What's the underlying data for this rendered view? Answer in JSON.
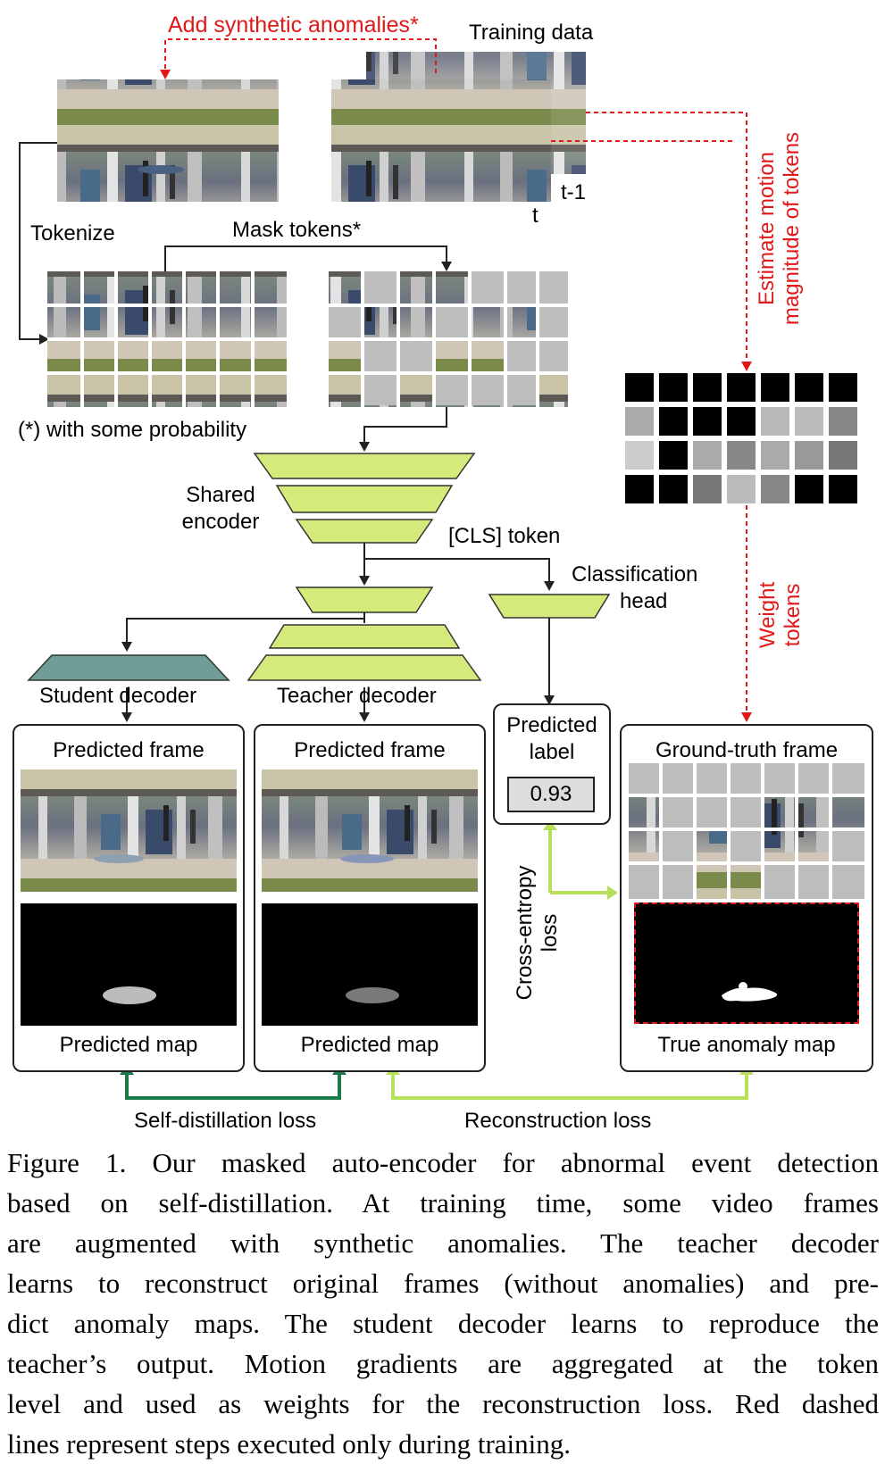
{
  "figure": {
    "top": {
      "add_anomalies": "Add synthetic anomalies*",
      "training_data": "Training data",
      "frame_t1": "t-1",
      "frame_t": "t",
      "tokenize": "Tokenize",
      "mask_tokens": "Mask tokens*",
      "probability_note": "(*) with some probability"
    },
    "motion": {
      "estimate_line1": "Estimate motion",
      "estimate_line2": "magnitude of tokens",
      "weight_line1": "Weight",
      "weight_line2": "tokens"
    },
    "encoder": {
      "shared_line1": "Shared",
      "shared_line2": "encoder",
      "cls_token": "[CLS] token",
      "class_head_line1": "Classification",
      "class_head_line2": "head"
    },
    "decoders": {
      "student": "Student decoder",
      "teacher": "Teacher decoder"
    },
    "student_panel": {
      "title": "Predicted frame",
      "map_label": "Predicted map"
    },
    "teacher_panel": {
      "title": "Predicted frame",
      "map_label": "Predicted map"
    },
    "label_panel": {
      "title_line1": "Predicted",
      "title_line2": "label",
      "value": "0.93"
    },
    "gt_panel": {
      "title": "Ground-truth frame",
      "map_label": "True anomaly map"
    },
    "losses": {
      "cross_entropy_line1": "Cross-entropy",
      "cross_entropy_line2": "loss",
      "self_distillation": "Self-distillation loss",
      "reconstruction": "Reconstruction loss"
    },
    "colors": {
      "encoder_green": "#d4ea7a",
      "student_teal": "#6e9e96",
      "red_dashed": "#e01818",
      "dark_green_arrow": "#1a7a4a",
      "light_green_arrow": "#b8e05a"
    }
  },
  "caption": {
    "lines": [
      "Figure 1. Our masked auto-encoder for abnormal event detection",
      "based on self-distillation.  At training time, some video frames",
      "are augmented with synthetic anomalies.  The teacher decoder",
      "learns to reconstruct original frames (without anomalies) and pre-",
      "dict anomaly maps. The student decoder learns to reproduce the",
      "teacher’s output.  Motion gradients are aggregated at the token",
      "level and used as weights for the reconstruction loss. Red dashed",
      "lines represent steps executed only during training."
    ]
  }
}
